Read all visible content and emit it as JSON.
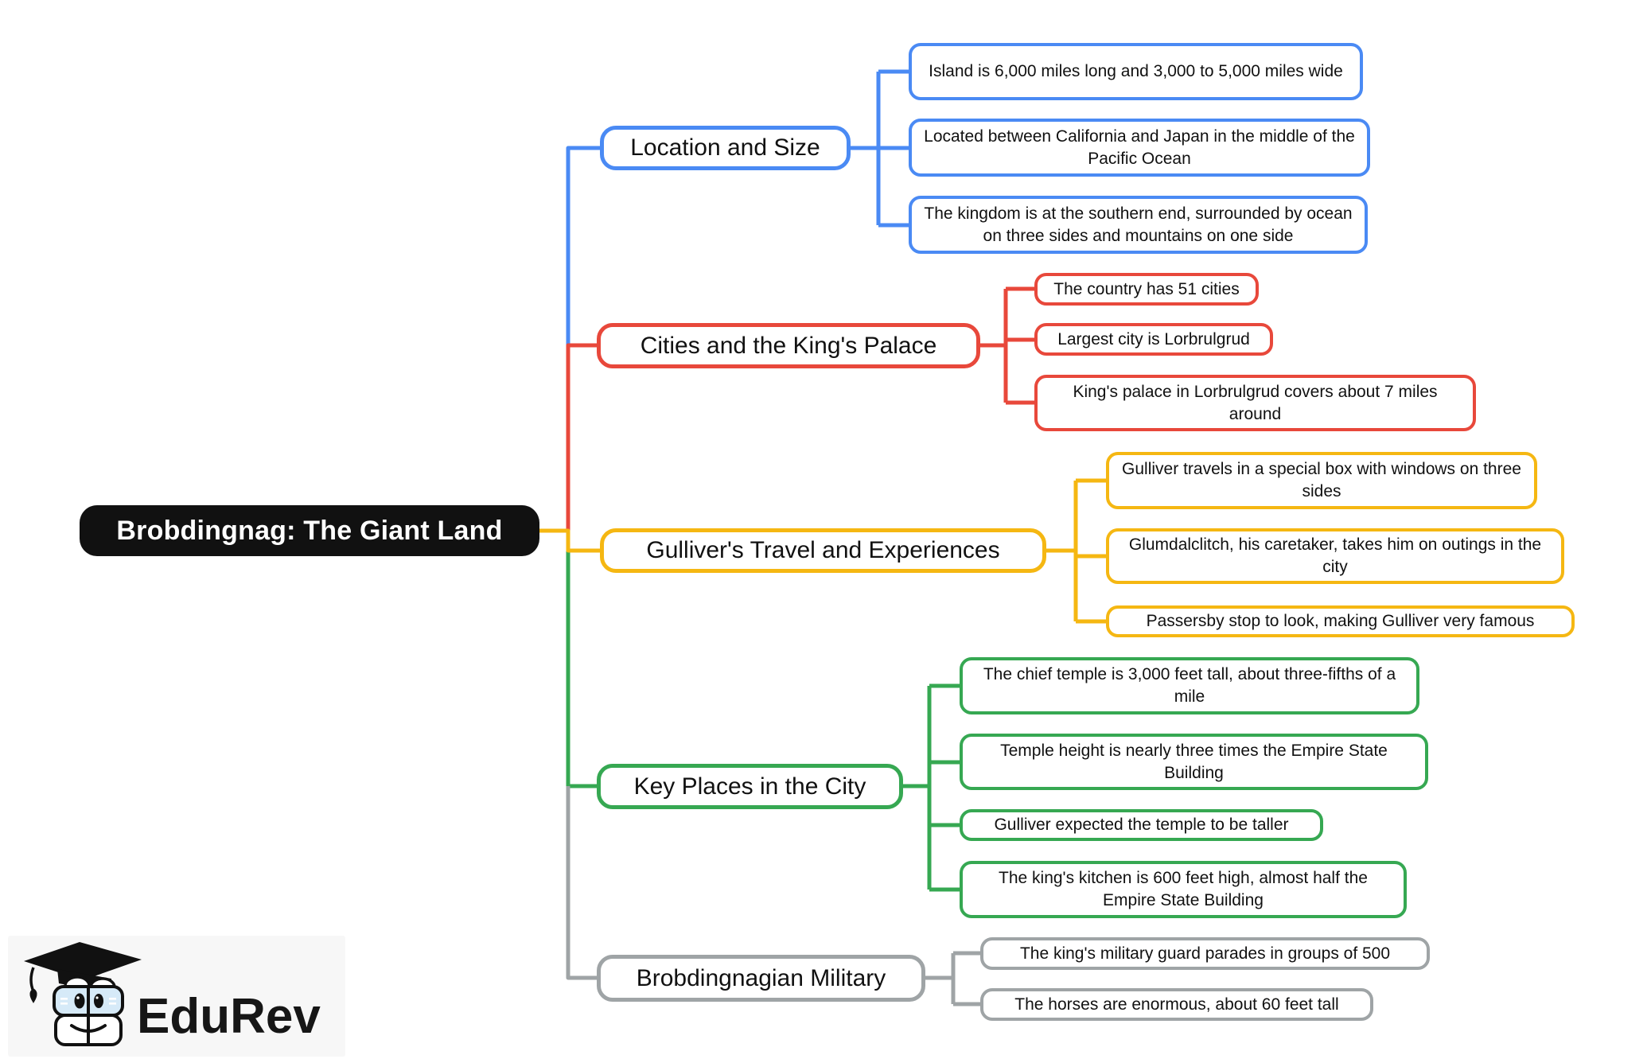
{
  "root": {
    "label": "Brobdingnag: The Giant Land"
  },
  "palette": {
    "root_bg": "#111111",
    "root_text": "#ffffff",
    "location": "#4a8af4",
    "cities": "#e8483b",
    "gulliver": "#f5b712",
    "key_places": "#36a852",
    "military": "#9fa4a6"
  },
  "branches": [
    {
      "label": "Location and Size",
      "color": "#4a8af4",
      "children": [
        {
          "text": "Island is 6,000 miles long and 3,000 to 5,000 miles wide"
        },
        {
          "text": "Located between California and Japan in the middle of the Pacific Ocean"
        },
        {
          "text": "The kingdom is at the southern end, surrounded by ocean on three sides and mountains on one side"
        }
      ]
    },
    {
      "label": "Cities and the King's Palace",
      "color": "#e8483b",
      "children": [
        {
          "text": "The country has 51 cities"
        },
        {
          "text": "Largest city is Lorbrulgrud"
        },
        {
          "text": "King's palace in Lorbrulgrud covers about 7 miles around"
        }
      ]
    },
    {
      "label": "Gulliver's Travel and Experiences",
      "color": "#f5b712",
      "children": [
        {
          "text": "Gulliver travels in a special box with windows on three sides"
        },
        {
          "text": "Glumdalclitch, his caretaker, takes him on outings in the city"
        },
        {
          "text": "Passersby stop to look, making Gulliver very famous"
        }
      ]
    },
    {
      "label": "Key Places in the City",
      "color": "#36a852",
      "children": [
        {
          "text": "The chief temple is 3,000 feet tall, about three-fifths of a mile"
        },
        {
          "text": "Temple height is nearly three times the Empire State Building"
        },
        {
          "text": "Gulliver expected the temple to be taller"
        },
        {
          "text": "The king's kitchen is 600 feet high, almost half the Empire State Building"
        }
      ]
    },
    {
      "label": "Brobdingnagian Military",
      "color": "#9fa4a6",
      "children": [
        {
          "text": "The king's military guard parades in groups of 500"
        },
        {
          "text": "The horses are enormous, about 60 feet tall"
        }
      ]
    }
  ],
  "logo": {
    "brand": "EduRev"
  }
}
